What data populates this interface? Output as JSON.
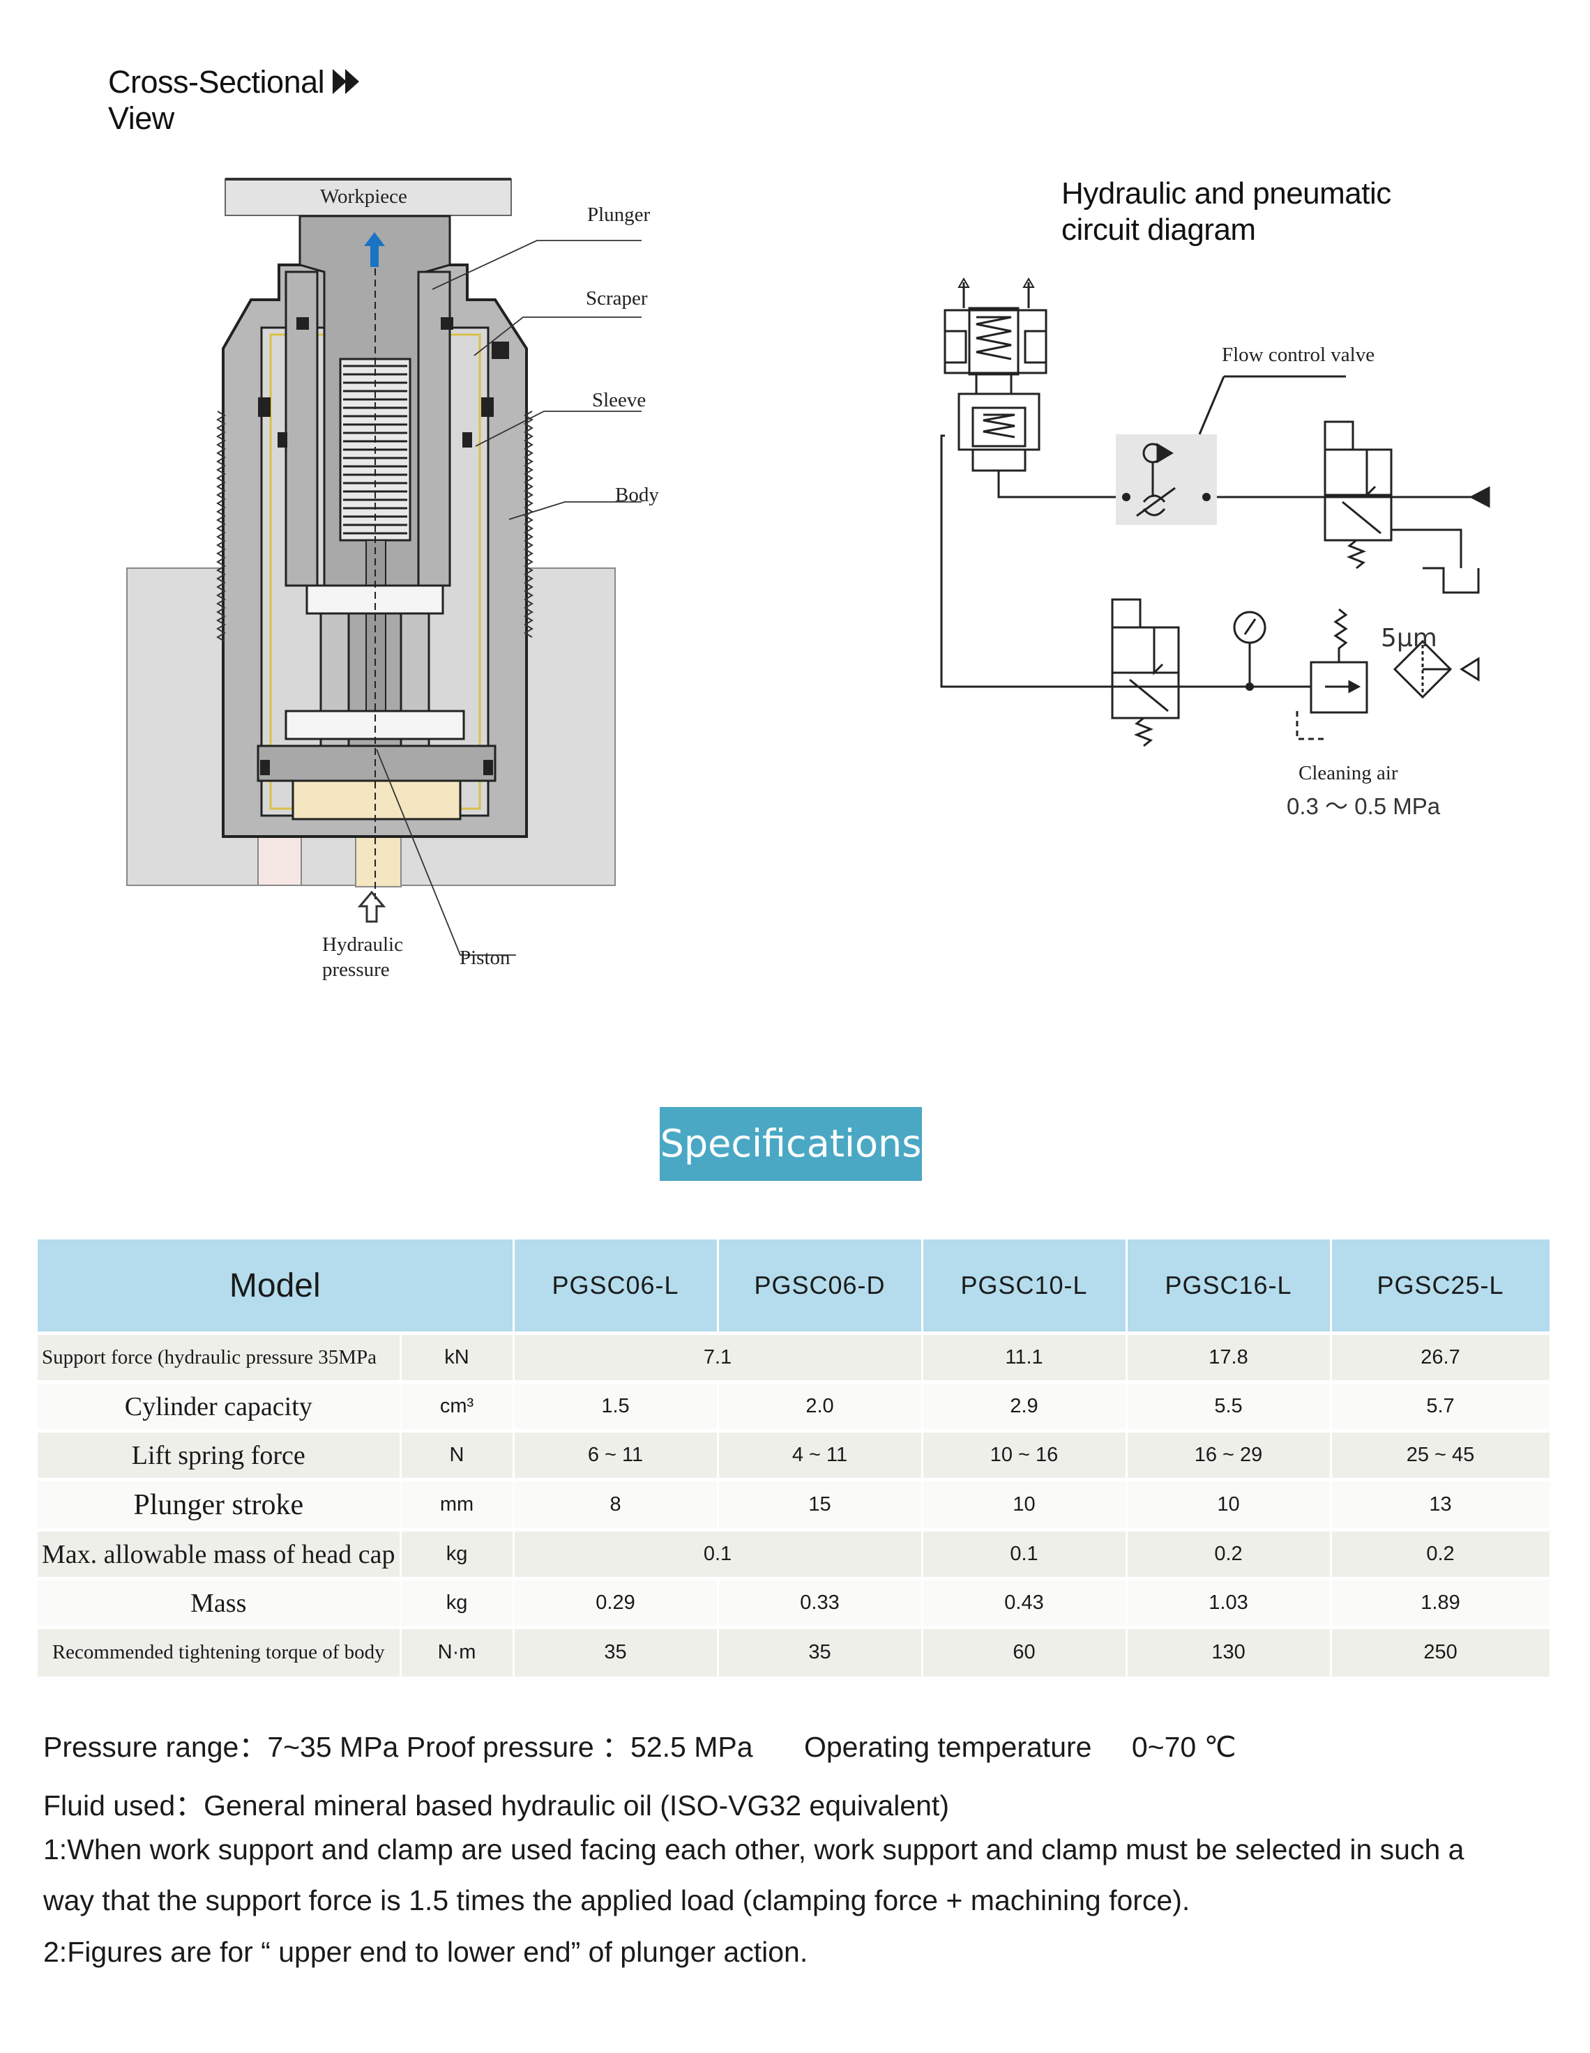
{
  "cross_section": {
    "title_line1": "Cross-Sectional",
    "title_line2": "View",
    "labels": {
      "workpiece": "Workpiece",
      "plunger": "Plunger",
      "scraper": "Scraper",
      "sleeve": "Sleeve",
      "body": "Body",
      "hydraulic_line1": "Hydraulic",
      "hydraulic_line2": "pressure",
      "piston": "Piston"
    }
  },
  "circuit": {
    "title_line1": "Hydraulic and pneumatic",
    "title_line2": "circuit diagram",
    "flow_control_valve": "Flow control valve",
    "filter_rating": "5μm",
    "cleaning_air": "Cleaning air",
    "cleaning_pressure": "0.3 ～ 0.5 MPa"
  },
  "specifications": {
    "banner": "Specifications",
    "model_header": "Model",
    "models": [
      "PGSC06-L",
      "PGSC06-D",
      "PGSC10-L",
      "PGSC16-L",
      "PGSC25-L"
    ],
    "rows": [
      {
        "param": "Support force (hydraulic pressure 35MPa",
        "unit": "kN",
        "merged_06": "7.1",
        "v10": "11.1",
        "v16": "17.8",
        "v25": "26.7"
      },
      {
        "param": "Cylinder capacity",
        "unit": "cm³",
        "v06L": "1.5",
        "v06D": "2.0",
        "v10": "2.9",
        "v16": "5.5",
        "v25": "5.7"
      },
      {
        "param": "Lift spring force",
        "unit": "N",
        "v06L": "6 ~ 11",
        "v06D": "4 ~ 11",
        "v10": "10 ~ 16",
        "v16": "16 ~ 29",
        "v25": "25 ~ 45"
      },
      {
        "param": "Plunger stroke",
        "unit": "mm",
        "v06L": "8",
        "v06D": "15",
        "v10": "10",
        "v16": "10",
        "v25": "13"
      },
      {
        "param": "Max. allowable mass of head cap",
        "unit": "kg",
        "merged_06": "0.1",
        "v10": "0.1",
        "v16": "0.2",
        "v25": "0.2"
      },
      {
        "param": "Mass",
        "unit": "kg",
        "v06L": "0.29",
        "v06D": "0.33",
        "v10": "0.43",
        "v16": "1.03",
        "v25": "1.89"
      },
      {
        "param": "Recommended tightening torque of body",
        "unit": "N·m",
        "v06L": "35",
        "v06D": "35",
        "v10": "60",
        "v16": "130",
        "v25": "250"
      }
    ]
  },
  "notes": {
    "line1_a": "Pressure range：7~35 MPa Proof pressure ：52.5 MPa",
    "line1_b": "Operating temperature",
    "line1_c": "0~70 ℃",
    "line2": "Fluid used：General mineral based hydraulic oil (ISO-VG32 equivalent)",
    "line3": "1:When work support and clamp are used facing each other, work support and clamp must be selected in such a",
    "line4": "way that the support force is 1.5 times the applied load (clamping force + machining force).",
    "line5": "2:Figures are for “ upper end to lower end” of plunger action."
  }
}
